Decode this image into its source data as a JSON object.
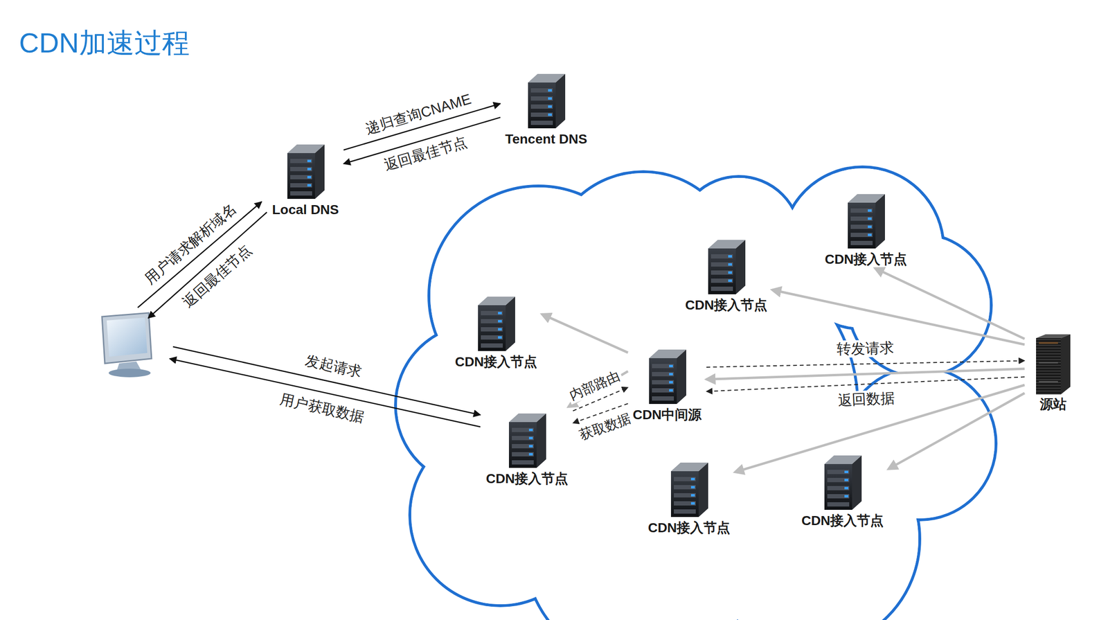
{
  "diagram": {
    "title": "CDN加速过程",
    "nodes": [
      {
        "text": [
          "Local DNS"
        ]
      },
      {
        "text": [
          "Tencent DNS"
        ]
      },
      {
        "text": [
          "CDN接入节点"
        ]
      },
      {
        "text": [
          "CDN接入节点"
        ]
      },
      {
        "text": [
          "CDN接入节点"
        ]
      },
      {
        "text": [
          "CDN中间源"
        ]
      },
      {
        "text": [
          "源站"
        ]
      },
      {
        "text": [
          "CDN接入节点"
        ]
      },
      {
        "text": [
          "CDN接入节点"
        ]
      },
      {
        "text": [
          "CDN接入节点"
        ]
      }
    ],
    "edges": [
      {
        "from": 0,
        "to": 1,
        "label": "递归查询CNAME",
        "arrow": "to"
      },
      {
        "from": 1,
        "to": 0,
        "label": "返回最佳节点",
        "arrow": "to"
      },
      {
        "from": 6,
        "to": 2,
        "arrow": "to"
      },
      {
        "from": 6,
        "to": 3,
        "arrow": "to"
      },
      {
        "from": 6,
        "to": 5,
        "arrow": "to"
      },
      {
        "from": 6,
        "to": 8,
        "arrow": "to"
      },
      {
        "from": 6,
        "to": 9,
        "arrow": "to"
      },
      {
        "from": 5,
        "to": 4,
        "arrow": "to"
      },
      {
        "from": 5,
        "to": 7,
        "arrow": "to"
      },
      {
        "from": 7,
        "to": 5,
        "label": "内部路由",
        "arrow": "to"
      },
      {
        "from": 5,
        "to": 7,
        "label": "获取数据",
        "arrow": "to"
      },
      {
        "from": 5,
        "to": 6,
        "label": "转发请求",
        "arrow": "to"
      },
      {
        "from": 6,
        "to": 5,
        "label": "返回数据",
        "arrow": "to"
      }
    ],
    "labels": [
      "用户请求解析域名",
      "返回最佳节点",
      "发起请求",
      "用户获取数据"
    ]
  }
}
